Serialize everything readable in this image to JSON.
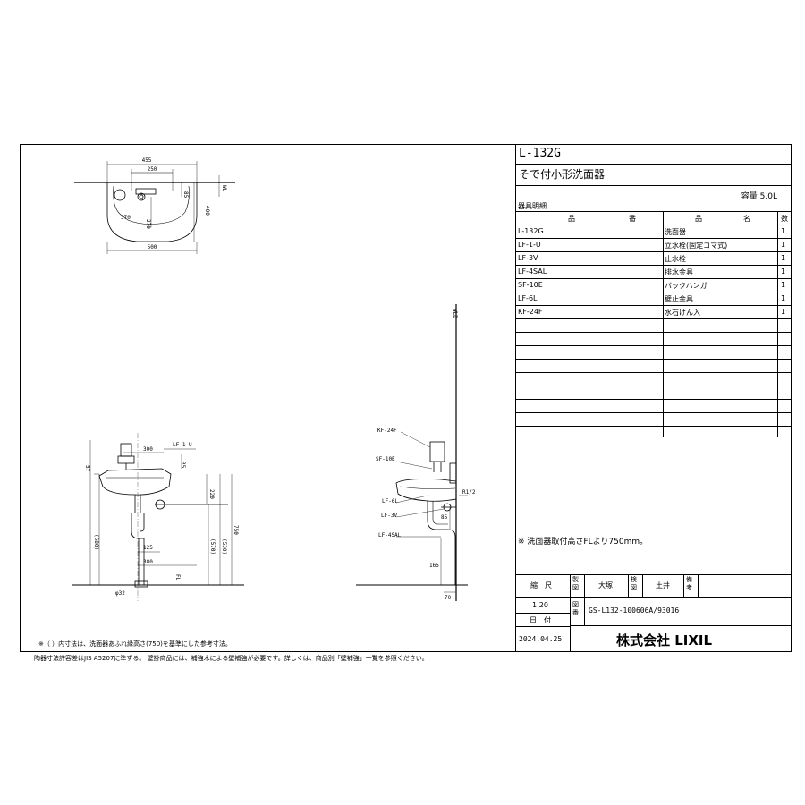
{
  "title_block": {
    "model": "L-132G",
    "product_name": "そで付小形洗面器",
    "capacity": "容量 5.0L"
  },
  "parts": {
    "section_label": "器具明細",
    "header": {
      "code_a": "品",
      "code_b": "番",
      "name_a": "品",
      "name_b": "名",
      "qty": "数"
    },
    "rows": [
      {
        "code": "L-132G",
        "name": "洗面器",
        "qty": "1"
      },
      {
        "code": "LF-1-U",
        "name": "立水栓(固定コマ式)",
        "qty": "1"
      },
      {
        "code": "LF-3V",
        "name": "止水栓",
        "qty": "1"
      },
      {
        "code": "LF-4SAL",
        "name": "排水金具",
        "qty": "1"
      },
      {
        "code": "SF-10E",
        "name": "バックハンガ",
        "qty": "1"
      },
      {
        "code": "LF-6L",
        "name": "壁止金具",
        "qty": "1"
      },
      {
        "code": "KF-24F",
        "name": "水石けん入",
        "qty": "1"
      }
    ]
  },
  "install_note": "※ 洗面器取付高さFLより750mm。",
  "info_block": {
    "scale_label": "縮　尺",
    "scale_value": "1:20",
    "made_label": "製図",
    "made_name": "大塚",
    "checked_label": "検図",
    "checked_name": "土井",
    "remarks_label": "備考",
    "drawing_no_label": "図番",
    "drawing_no": "GS-L132-100606A/93016",
    "date_label": "日　付",
    "date": "2024.04.25",
    "company": "株式会社 LIXIL"
  },
  "footnotes": {
    "note1": "※（ ）内寸法は、洗面器あふれ縁高さ(750)を基準にした参考寸法。",
    "note2": "陶器寸法許容差はJIS A5207に準ずる。 壁掛商品には、補強木による壁補強が必要です。詳しくは、商品別「壁補強」一覧を参照ください。"
  },
  "plan_view": {
    "dims": [
      "455",
      "250",
      "85",
      "400",
      "370",
      "270",
      "500",
      "WL"
    ]
  },
  "front_view": {
    "labels": [
      "LF-1-U",
      "300",
      "35",
      "57",
      "220",
      "(680)",
      "(570)",
      "(530)",
      "750",
      "125",
      "380",
      "FL",
      "φ32"
    ]
  },
  "side_view": {
    "labels": [
      "WLD",
      "KF-24F",
      "SF-10E",
      "LF-6L",
      "LF-3V",
      "LF-4SAL",
      "R1/2",
      "85",
      "165",
      "70"
    ]
  }
}
